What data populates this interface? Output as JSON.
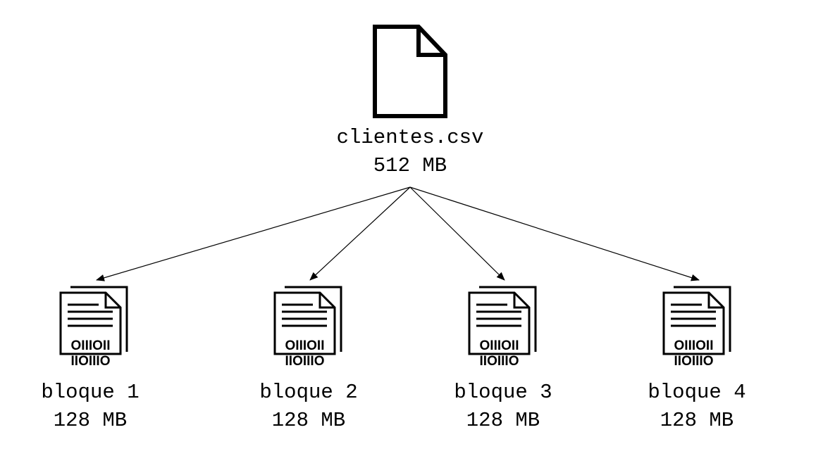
{
  "source_file": {
    "name": "clientes.csv",
    "size": "512 MB",
    "icon": "document-icon"
  },
  "blocks": [
    {
      "name": "bloque 1",
      "size": "128 MB",
      "icon": "binary-file-icon"
    },
    {
      "name": "bloque 2",
      "size": "128 MB",
      "icon": "binary-file-icon"
    },
    {
      "name": "bloque 3",
      "size": "128 MB",
      "icon": "binary-file-icon"
    },
    {
      "name": "bloque 4",
      "size": "128 MB",
      "icon": "binary-file-icon"
    }
  ],
  "colors": {
    "stroke": "#000000",
    "background": "#ffffff"
  }
}
